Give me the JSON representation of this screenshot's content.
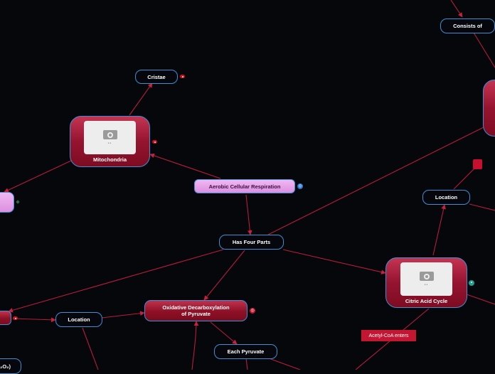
{
  "nodes": {
    "aerobic": "Aerobic Cellular Respiration",
    "has_four_parts": "Has Four Parts",
    "mitochondria": "Mitochondria",
    "cristae": "Cristae",
    "citric_acid_cycle": "Citric Acid Cycle",
    "location_right": "Location",
    "consists_of": "Consists of",
    "oxidative_line1": "Oxidative Decarboxylation",
    "oxidative_line2": "of Pyruvate",
    "each_pyruvate": "Each Pyruvate",
    "location_left": "Location",
    "partial_bottom_left": "₂O₂)"
  },
  "tags": {
    "acetyl_coa": "Acetyl-CoA enters"
  },
  "icons": {
    "image_placeholder": "camera-icon",
    "dots": "••"
  },
  "colors": {
    "background": "#06070b",
    "edge": "#c8203f",
    "node_border": "#3d8fd4",
    "node_red": "#8e1026",
    "node_pink": "#dc8fe0",
    "tag_red": "#c41532"
  }
}
